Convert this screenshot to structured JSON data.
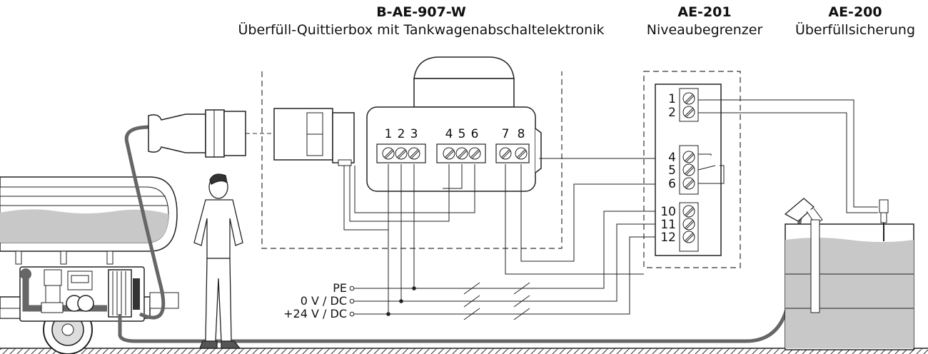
{
  "headers": {
    "quittierbox": {
      "code": "B-AE-907-W",
      "desc": "Überfüll-Quittierbox mit Tankwagenabschaltelektronik"
    },
    "niveaubegrenzer": {
      "code": "AE-201",
      "desc": "Niveaubegrenzer"
    },
    "ueberfuellsicherung": {
      "code": "AE-200",
      "desc": "Überfüllsicherung"
    }
  },
  "box_terminals": [
    "1",
    "2",
    "3",
    "4",
    "5",
    "6",
    "7",
    "8"
  ],
  "ae201_terminals": [
    "1",
    "2",
    "4",
    "5",
    "6",
    "10",
    "11",
    "12"
  ],
  "supply": [
    "PE",
    "0 V / DC",
    "+24 V / DC"
  ]
}
